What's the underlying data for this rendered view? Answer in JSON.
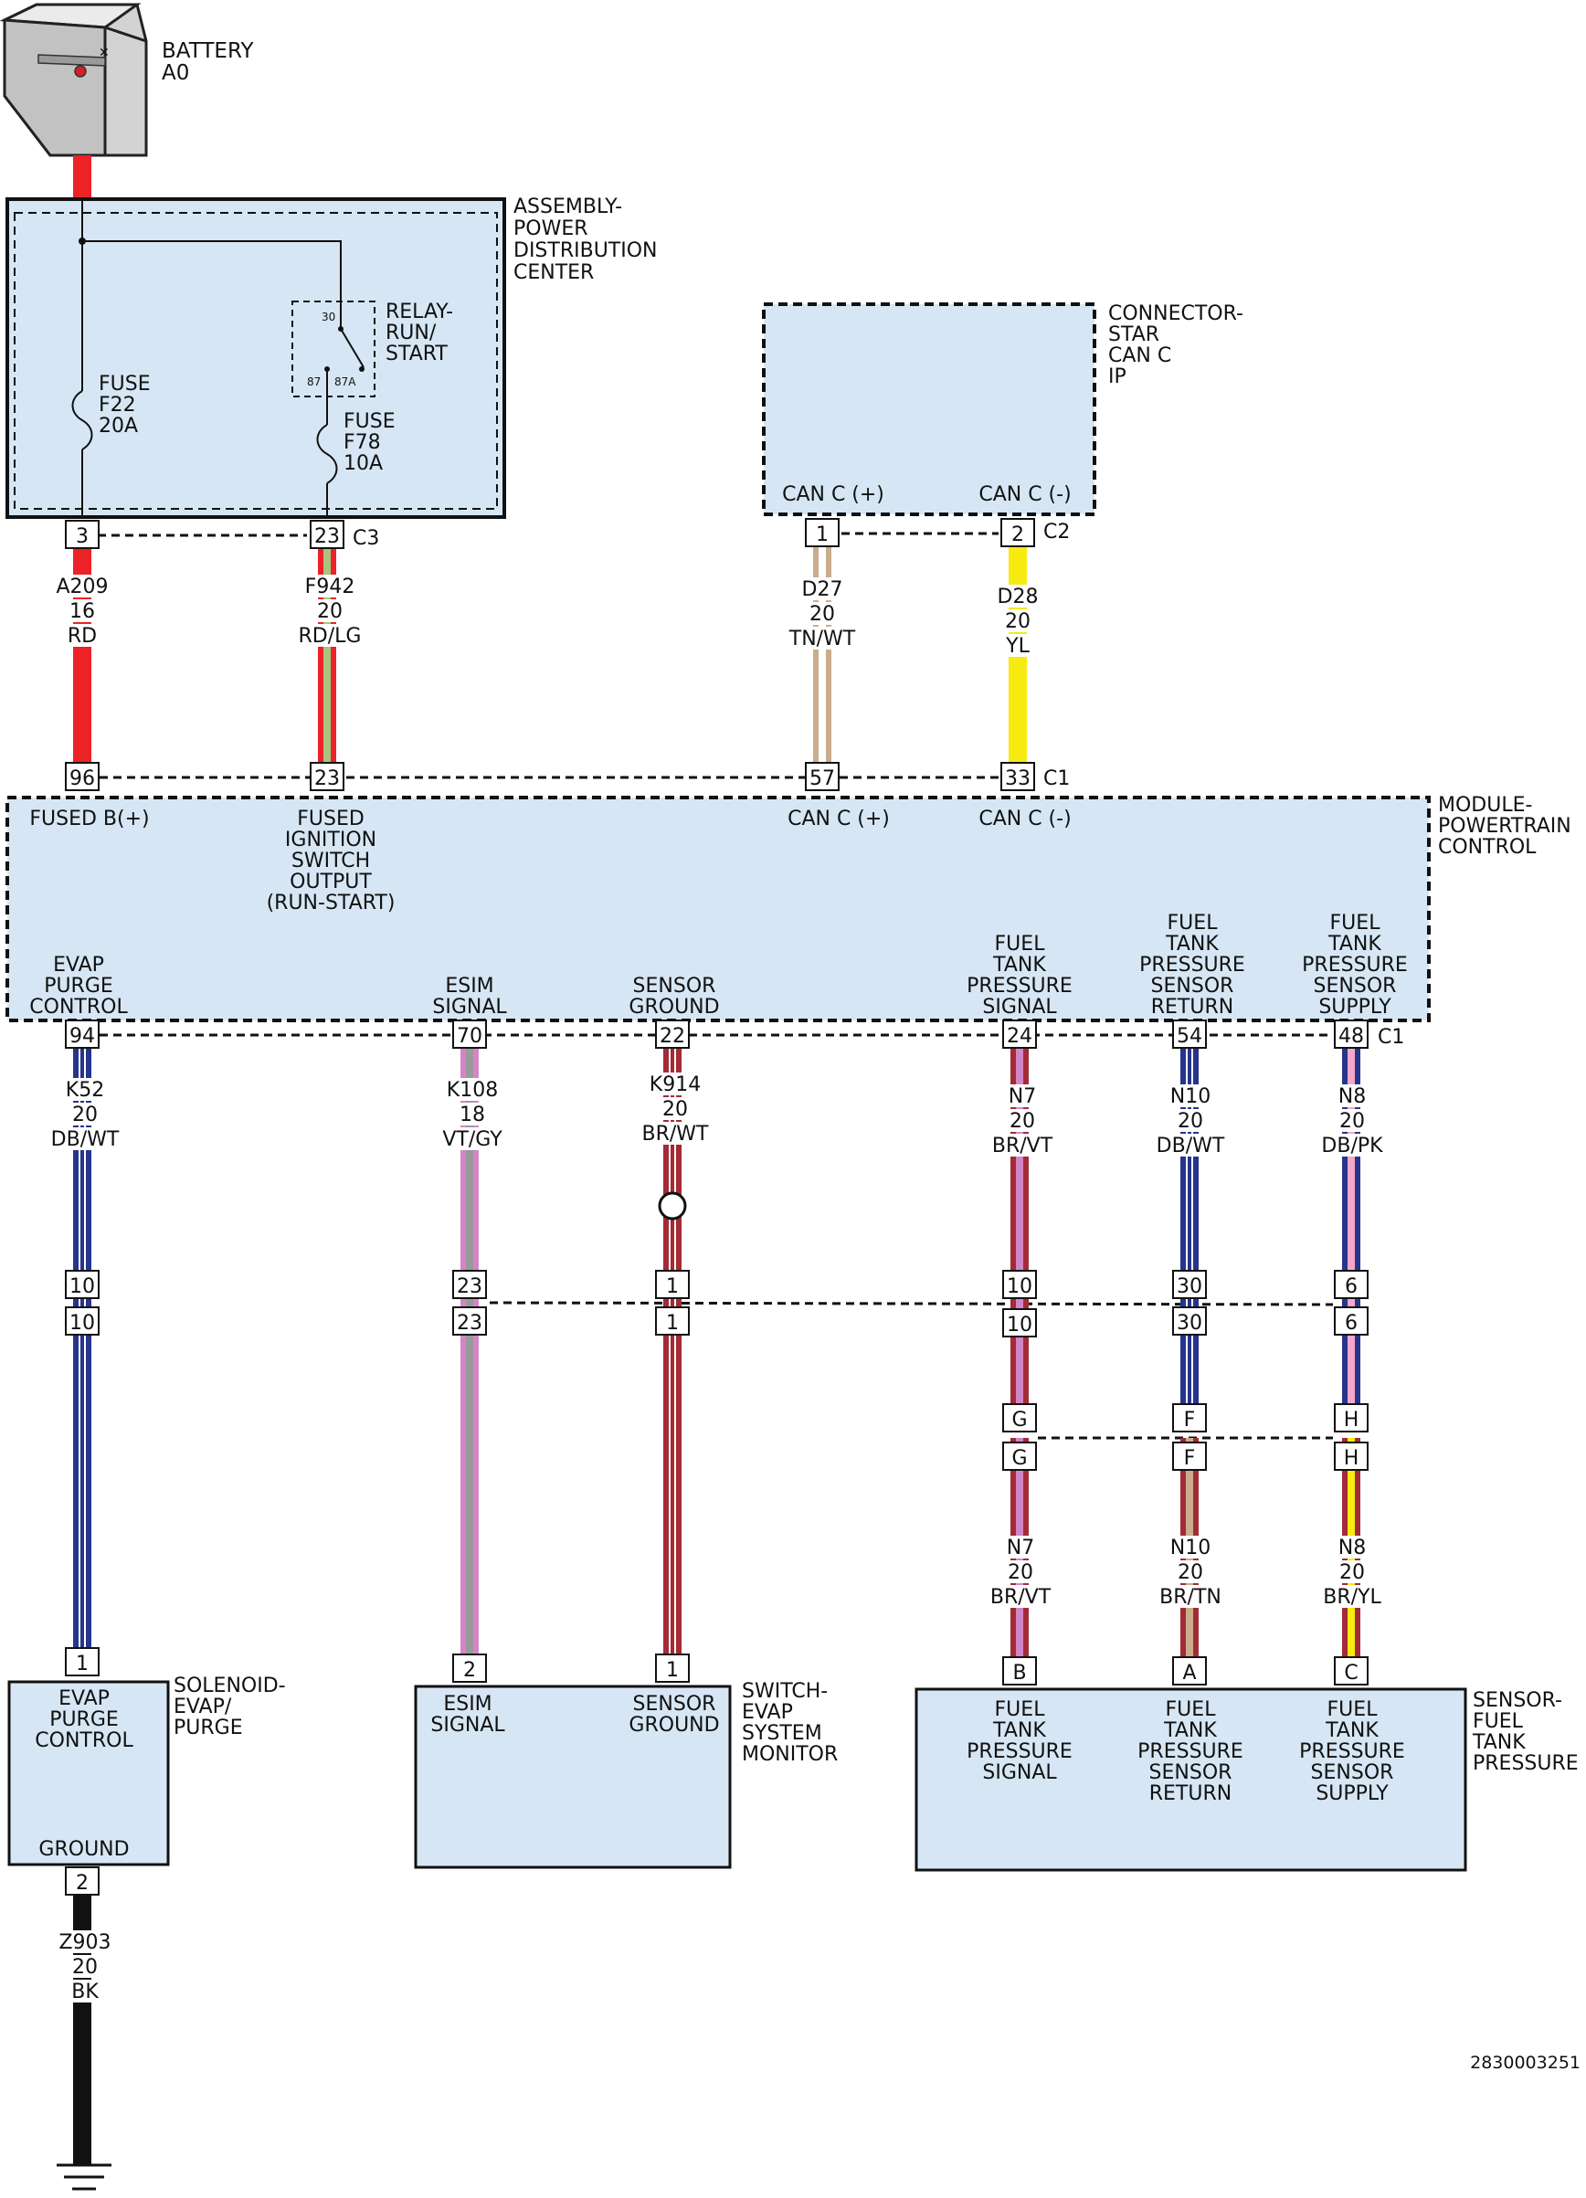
{
  "colors": {
    "box_fill": "#d6e6f4",
    "red": "#ec2227",
    "lightgreen": "#a6c57e",
    "tan": "#c9ad8c",
    "white": "#ffffff",
    "yellow": "#f7ea11",
    "darkblue": "#26348c",
    "violet": "#d286c6",
    "gray": "#9a9a9a",
    "brown": "#a22b36",
    "pink": "#f3a7c9",
    "black": "#111111"
  },
  "battery": {
    "label1": "BATTERY",
    "label2": "A0"
  },
  "pdc": {
    "label": [
      "ASSEMBLY-",
      "POWER",
      "DISTRIBUTION",
      "CENTER"
    ],
    "relay": [
      "RELAY-",
      "RUN/",
      "START"
    ],
    "relay_pins": {
      "p30": "30",
      "p87": "87",
      "p87a": "87A"
    },
    "fuse1": [
      "FUSE",
      "F22",
      "20A"
    ],
    "fuse2": [
      "FUSE",
      "F78",
      "10A"
    ],
    "connector": "C3"
  },
  "star": {
    "label": [
      "CONNECTOR-",
      "STAR",
      "CAN C",
      "IP"
    ],
    "pin_left_label": "CAN C (+)",
    "pin_right_label": "CAN C (-)",
    "connector": "C2"
  },
  "pcm": {
    "label": [
      "MODULE-",
      "POWERTRAIN",
      "CONTROL"
    ],
    "connector": "C1",
    "top_labels": {
      "fused_b": [
        "FUSED B(+)"
      ],
      "fused_ign": [
        "FUSED",
        "IGNITION",
        "SWITCH",
        "OUTPUT",
        "(RUN-START)"
      ],
      "can_plus": [
        "CAN C (+)"
      ],
      "can_minus": [
        "CAN C (-)"
      ]
    },
    "bottom_labels": {
      "evap": [
        "EVAP",
        "PURGE",
        "CONTROL"
      ],
      "esim": [
        "ESIM",
        "SIGNAL"
      ],
      "sensor_gnd": [
        "SENSOR",
        "GROUND"
      ],
      "ftp_signal": [
        "FUEL",
        "TANK",
        "PRESSURE",
        "SIGNAL"
      ],
      "ftp_return": [
        "FUEL",
        "TANK",
        "PRESSURE",
        "SENSOR",
        "RETURN"
      ],
      "ftp_supply": [
        "FUEL",
        "TANK",
        "PRESSURE",
        "SENSOR",
        "SUPPLY"
      ]
    }
  },
  "pins": {
    "pdc_3": "3",
    "pdc_23": "23",
    "star_1": "1",
    "star_2": "2",
    "pcm_96": "96",
    "pcm_23": "23",
    "pcm_57": "57",
    "pcm_33": "33",
    "pcm_94": "94",
    "pcm_70": "70",
    "pcm_22": "22",
    "pcm_24": "24",
    "pcm_54": "54",
    "pcm_48": "48",
    "inline_a_10": "10",
    "inline_a_23": "23",
    "inline_a_1": "1",
    "inline_a_10b": "10",
    "inline_a_30": "30",
    "inline_a_6": "6",
    "inline_b_10": "10",
    "inline_b_23": "23",
    "inline_b_1": "1",
    "inline_b_10b": "10",
    "inline_b_30": "30",
    "inline_b_6": "6",
    "inline_c_g": "G",
    "inline_c_f": "F",
    "inline_c_h": "H",
    "inline_d_g": "G",
    "inline_d_f": "F",
    "inline_d_h": "H",
    "sol_1": "1",
    "sol_2": "2",
    "sw_2": "2",
    "sw_1": "1",
    "sen_b": "B",
    "sen_a": "A",
    "sen_c": "C"
  },
  "wires": {
    "a209": [
      "A209",
      "16",
      "RD"
    ],
    "f942": [
      "F942",
      "20",
      "RD/LG"
    ],
    "d27": [
      "D27",
      "20",
      "TN/WT"
    ],
    "d28": [
      "D28",
      "20",
      "YL"
    ],
    "k52": [
      "K52",
      "20",
      "DB/WT"
    ],
    "k108": [
      "K108",
      "18",
      "VT/GY"
    ],
    "k914": [
      "K914",
      "20",
      "BR/WT"
    ],
    "n7_top": [
      "N7",
      "20",
      "BR/VT"
    ],
    "n10_top": [
      "N10",
      "20",
      "DB/WT"
    ],
    "n8_top": [
      "N8",
      "20",
      "DB/PK"
    ],
    "n7_bot": [
      "N7",
      "20",
      "BR/VT"
    ],
    "n10_bot": [
      "N10",
      "20",
      "BR/TN"
    ],
    "n8_bot": [
      "N8",
      "20",
      "BR/YL"
    ],
    "z903": [
      "Z903",
      "20",
      "BK"
    ]
  },
  "solenoid": {
    "label": [
      "SOLENOID-",
      "EVAP/",
      "PURGE"
    ],
    "inner_top": [
      "EVAP",
      "PURGE",
      "CONTROL"
    ],
    "inner_bottom": [
      "GROUND"
    ]
  },
  "switch": {
    "label": [
      "SWITCH-",
      "EVAP",
      "SYSTEM",
      "MONITOR"
    ],
    "left": [
      "ESIM",
      "SIGNAL"
    ],
    "right": [
      "SENSOR",
      "GROUND"
    ]
  },
  "sensor": {
    "label": [
      "SENSOR-",
      "FUEL",
      "TANK",
      "PRESSURE"
    ],
    "left": [
      "FUEL",
      "TANK",
      "PRESSURE",
      "SIGNAL"
    ],
    "middle": [
      "FUEL",
      "TANK",
      "PRESSURE",
      "SENSOR",
      "RETURN"
    ],
    "right": [
      "FUEL",
      "TANK",
      "PRESSURE",
      "SENSOR",
      "SUPPLY"
    ]
  },
  "doc_id": "2830003251"
}
